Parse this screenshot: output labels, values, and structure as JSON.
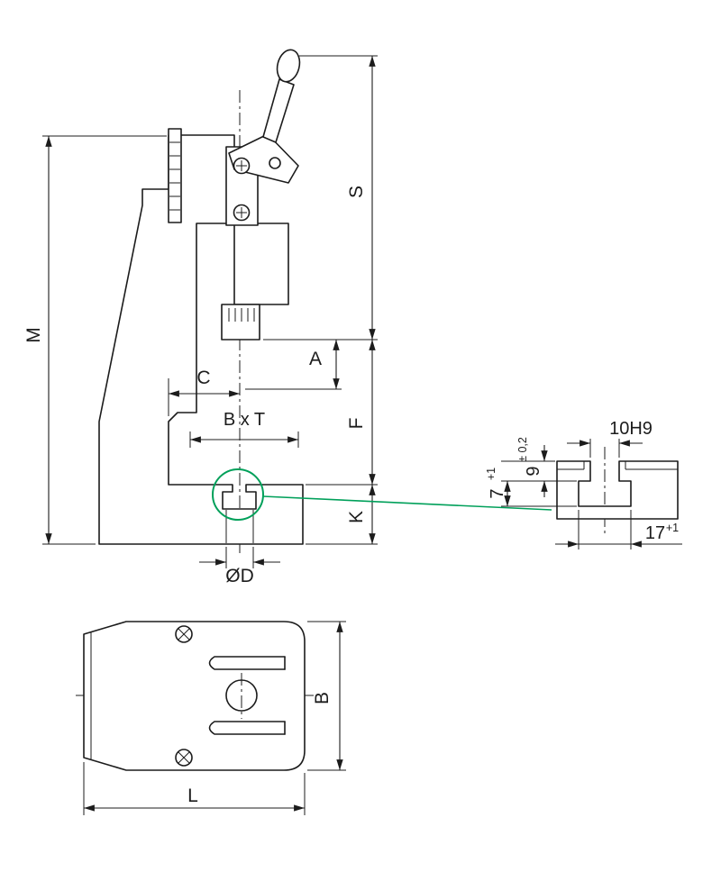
{
  "drawing": {
    "colors": {
      "ink": "#1c1c1c",
      "accent": "#00a05a"
    },
    "labels": {
      "m": "M",
      "s": "S",
      "a": "A",
      "c": "C",
      "bxt": "B x T",
      "f": "F",
      "k": "K",
      "od": "ØD",
      "b": "B",
      "l": "L"
    },
    "detail": {
      "slot_width": "10H9",
      "depth": "9",
      "depth_tol": "± 0,2",
      "lip": "7",
      "lip_tol": "+1",
      "width": "17",
      "width_tol": "+1"
    }
  }
}
